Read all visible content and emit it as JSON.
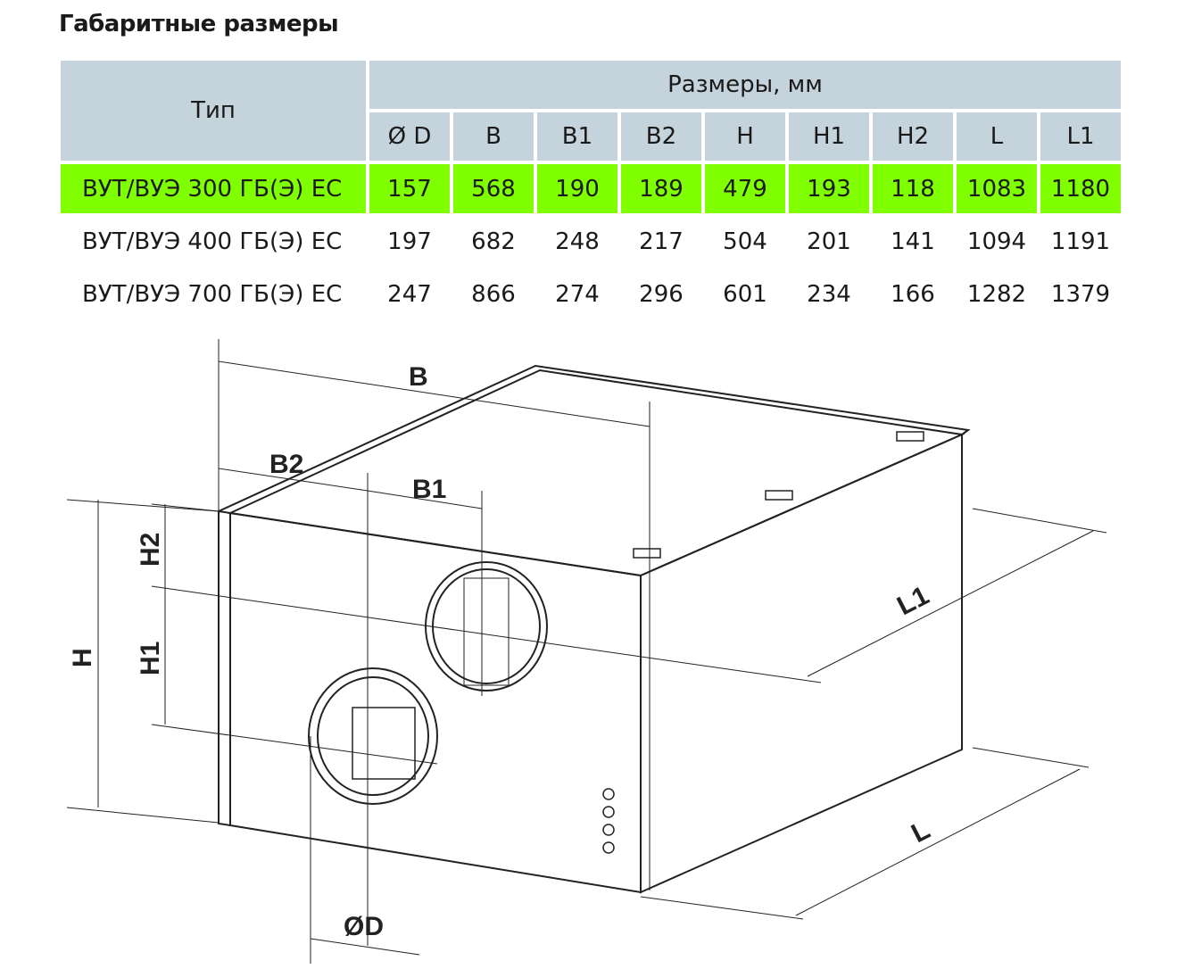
{
  "title": "Габаритные размеры",
  "table": {
    "type_header": "Тип",
    "group_header": "Размеры, мм",
    "columns": [
      "Ø D",
      "B",
      "B1",
      "B2",
      "H",
      "H1",
      "H2",
      "L",
      "L1"
    ],
    "rows": [
      {
        "type": "ВУТ/ВУЭ 300 ГБ(Э) ЕС",
        "values": [
          "157",
          "568",
          "190",
          "189",
          "479",
          "193",
          "118",
          "1083",
          "1180"
        ],
        "highlighted": true
      },
      {
        "type": "ВУТ/ВУЭ 400 ГБ(Э) ЕС",
        "values": [
          "197",
          "682",
          "248",
          "217",
          "504",
          "201",
          "141",
          "1094",
          "1191"
        ],
        "highlighted": false
      },
      {
        "type": "ВУТ/ВУЭ 700 ГБ(Э) ЕС",
        "values": [
          "247",
          "866",
          "274",
          "296",
          "601",
          "234",
          "166",
          "1282",
          "1379"
        ],
        "highlighted": false
      }
    ]
  },
  "colors": {
    "header_bg": "#c5d3dc",
    "highlight": "#80ff00"
  },
  "drawing": {
    "labels": {
      "B": "B",
      "B2": "B2",
      "B1": "B1",
      "H": "H",
      "H1": "H1",
      "H2": "H2",
      "L1": "L1",
      "L": "L",
      "D": "ØD"
    }
  }
}
